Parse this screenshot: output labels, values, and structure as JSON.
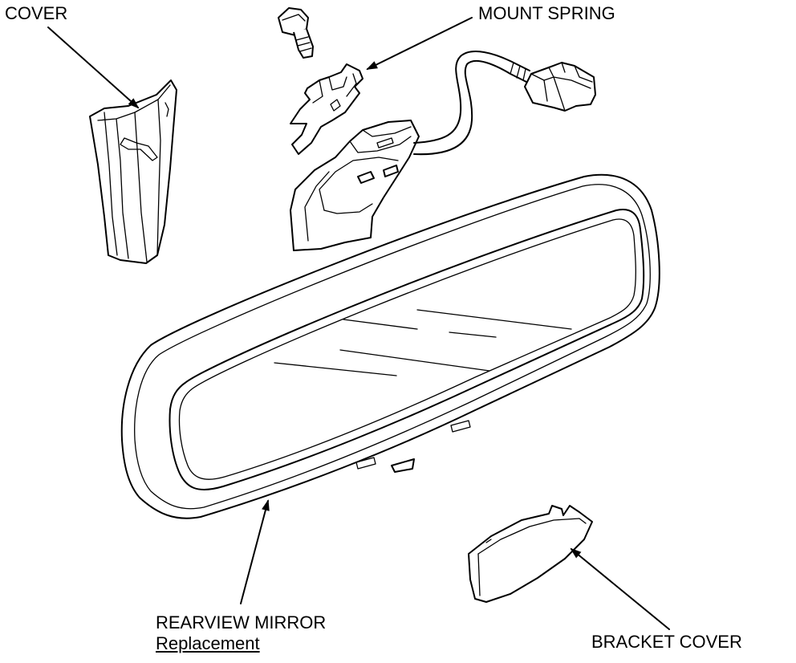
{
  "labels": {
    "cover": "COVER",
    "mount_spring": "MOUNT SPRING",
    "rearview_mirror": "REARVIEW MIRROR",
    "replacement": "Replacement",
    "bracket_cover": "BRACKET COVER"
  }
}
